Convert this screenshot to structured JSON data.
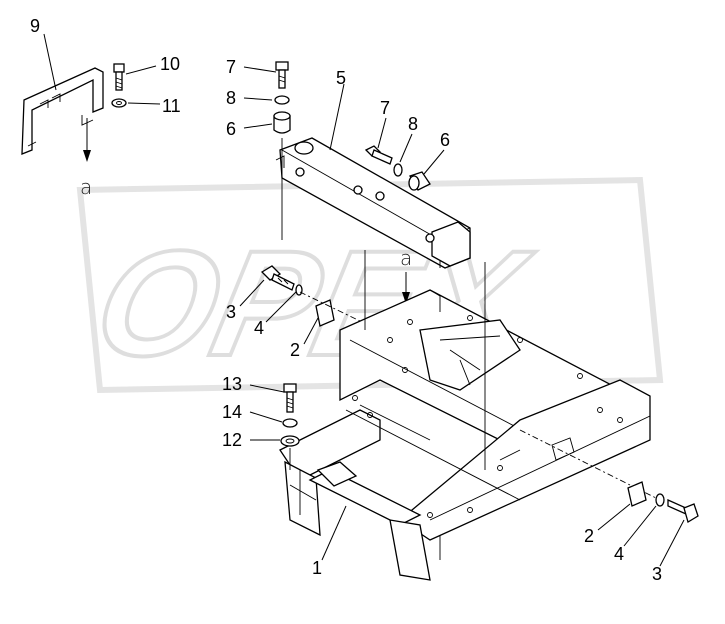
{
  "watermark": {
    "text": "OPEX"
  },
  "reference_marks": [
    "a",
    "a"
  ],
  "callouts": {
    "c1": "1",
    "c2a": "2",
    "c2b": "2",
    "c3a": "3",
    "c3b": "3",
    "c4a": "4",
    "c4b": "4",
    "c5": "5",
    "c6a": "6",
    "c6b": "6",
    "c7a": "7",
    "c7b": "7",
    "c8a": "8",
    "c8b": "8",
    "c9": "9",
    "c10": "10",
    "c11": "11",
    "c12": "12",
    "c13": "13",
    "c14": "14"
  }
}
